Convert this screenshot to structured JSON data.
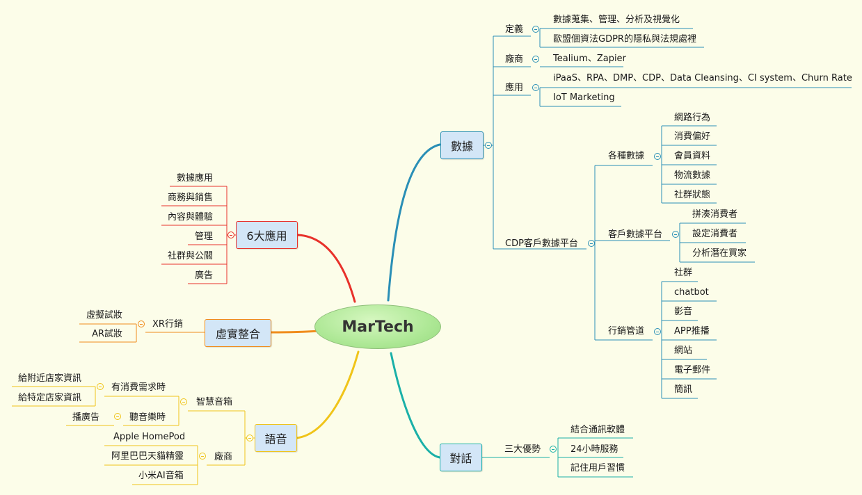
{
  "central": "MarTech",
  "colors": {
    "data": "#2a8fb6",
    "apps": "#e8312a",
    "xr": "#f08c1c",
    "voice": "#f0c419",
    "dialog": "#1ab0a8",
    "background": "#fcfde9"
  },
  "data_branch": {
    "title": "數據",
    "definition": {
      "label": "定義",
      "items": [
        "數據蒐集、管理、分析及視覺化",
        "歐盟個資法GDPR的隱私與法規處裡"
      ]
    },
    "vendors": {
      "label": "廠商",
      "items": [
        "Tealium、Zapier"
      ]
    },
    "applications": {
      "label": "應用",
      "items": [
        "iPaaS、RPA、DMP、CDP、Data Cleansing、CI system、Churn Rate",
        "IoT Marketing"
      ]
    },
    "cdp": {
      "label": "CDP客戶數據平台",
      "kinds": {
        "label": "各種數據",
        "items": [
          "網路行為",
          "消費偏好",
          "會員資料",
          "物流數據",
          "社群狀態"
        ]
      },
      "platform": {
        "label": "客戶數據平台",
        "items": [
          "拼湊消費者",
          "設定消費者",
          "分析潛在買家"
        ]
      },
      "channels": {
        "label": "行銷管道",
        "items": [
          "社群",
          "chatbot",
          "影音",
          "APP推播",
          "網站",
          "電子郵件",
          "簡訊"
        ]
      }
    }
  },
  "apps_branch": {
    "title": "6大應用",
    "items": [
      "數據應用",
      "商務與銷售",
      "內容與體驗",
      "管理",
      "社群與公關",
      "廣告"
    ]
  },
  "xr_branch": {
    "title": "虛實整合",
    "marketing": {
      "label": "XR行銷",
      "items": [
        "虛擬試妝",
        "AR試妝"
      ]
    }
  },
  "voice_branch": {
    "title": "語音",
    "speaker": {
      "label": "智慧音箱",
      "demand": {
        "label": "有消費需求時",
        "items": [
          "給附近店家資訊",
          "給特定店家資訊"
        ]
      },
      "music": {
        "label": "聽音樂時",
        "items": [
          "播廣告"
        ]
      }
    },
    "vendors": {
      "label": "廠商",
      "items": [
        "Apple HomePod",
        "阿里巴巴天貓精靈",
        "小米AI音箱"
      ]
    }
  },
  "dialog_branch": {
    "title": "對話",
    "advantages": {
      "label": "三大優勢",
      "items": [
        "結合通訊軟體",
        "24小時服務",
        "記住用戶習慣"
      ]
    }
  }
}
